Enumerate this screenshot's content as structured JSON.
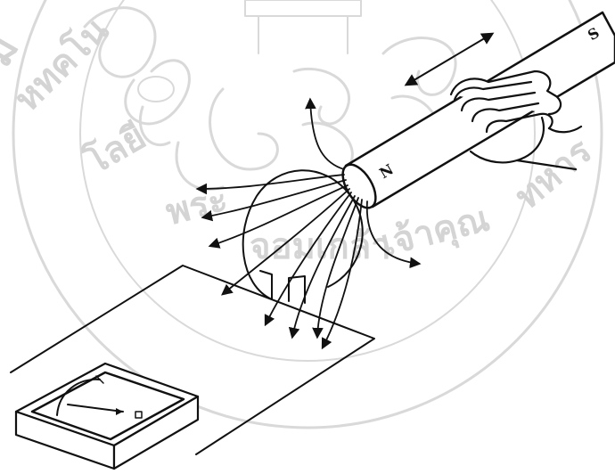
{
  "diagram": {
    "magnet_north_label": "N",
    "magnet_south_label": "S",
    "colors": {
      "ink": "#111111",
      "watermark": "#d9d9d9",
      "background": "#ffffff"
    }
  },
  "watermark": {
    "seal_text": "มหาวิทยาลัยเทคโนโลยีพระจอมเกล้าเจ้าคุณทหารลาดกระบัง"
  },
  "icons": [
    "hand-icon",
    "meter-icon",
    "bar-magnet-icon",
    "double-arrow-icon"
  ]
}
